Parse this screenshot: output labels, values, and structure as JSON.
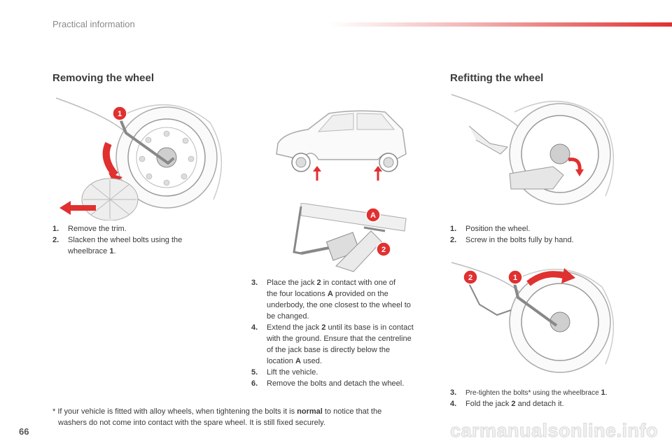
{
  "header": {
    "section": "Practical information"
  },
  "page_number": "66",
  "left": {
    "title": "Removing the wheel",
    "steps": [
      {
        "num": "1.",
        "text": "Remove the trim."
      },
      {
        "num": "2.",
        "line1": "Slacken the wheel bolts using the",
        "line2a": "wheelbrace ",
        "line2b": "1",
        "line2c": "."
      }
    ]
  },
  "middle": {
    "step3": {
      "num": "3.",
      "a": "Place the jack ",
      "b": "2",
      "c": " in contact with one of",
      "l2a": "the four locations ",
      "l2b": "A",
      "l2c": " provided on the",
      "l3": "underbody, the one closest to the wheel to",
      "l4": "be changed."
    },
    "step4": {
      "num": "4.",
      "a": "Extend the jack ",
      "b": "2",
      "c": " until its base is in contact",
      "l2": "with the ground. Ensure that the centreline",
      "l3": "of the jack base is directly below the",
      "l4a": "location ",
      "l4b": "A",
      "l4c": " used."
    },
    "step5": {
      "num": "5.",
      "text": "Lift the vehicle."
    },
    "step6": {
      "num": "6.",
      "text": "Remove the bolts and detach the wheel."
    }
  },
  "right": {
    "title": "Refitting the wheel",
    "steps": [
      {
        "num": "1.",
        "text": "Position the wheel."
      },
      {
        "num": "2.",
        "text": "Screw in the bolts fully by hand."
      },
      {
        "num": "3.",
        "a": "Pre-tighten the bolts* using the wheelbrace ",
        "b": "1",
        "c": "."
      },
      {
        "num": "4.",
        "a": "Fold the jack ",
        "b": "2",
        "c": " and detach it."
      }
    ]
  },
  "footnote": {
    "a": "* If your vehicle is fitted with alloy wheels, when tightening the bolts it is ",
    "b": "normal",
    "c": " to notice that the",
    "l2": "washers do not come into contact with the spare wheel. It is still fixed securely."
  },
  "callouts": {
    "one": "1",
    "two": "2",
    "a": "A"
  },
  "watermark": "carmanualsonline.info",
  "colors": {
    "accent": "#e03030",
    "text": "#3a3a3a"
  }
}
